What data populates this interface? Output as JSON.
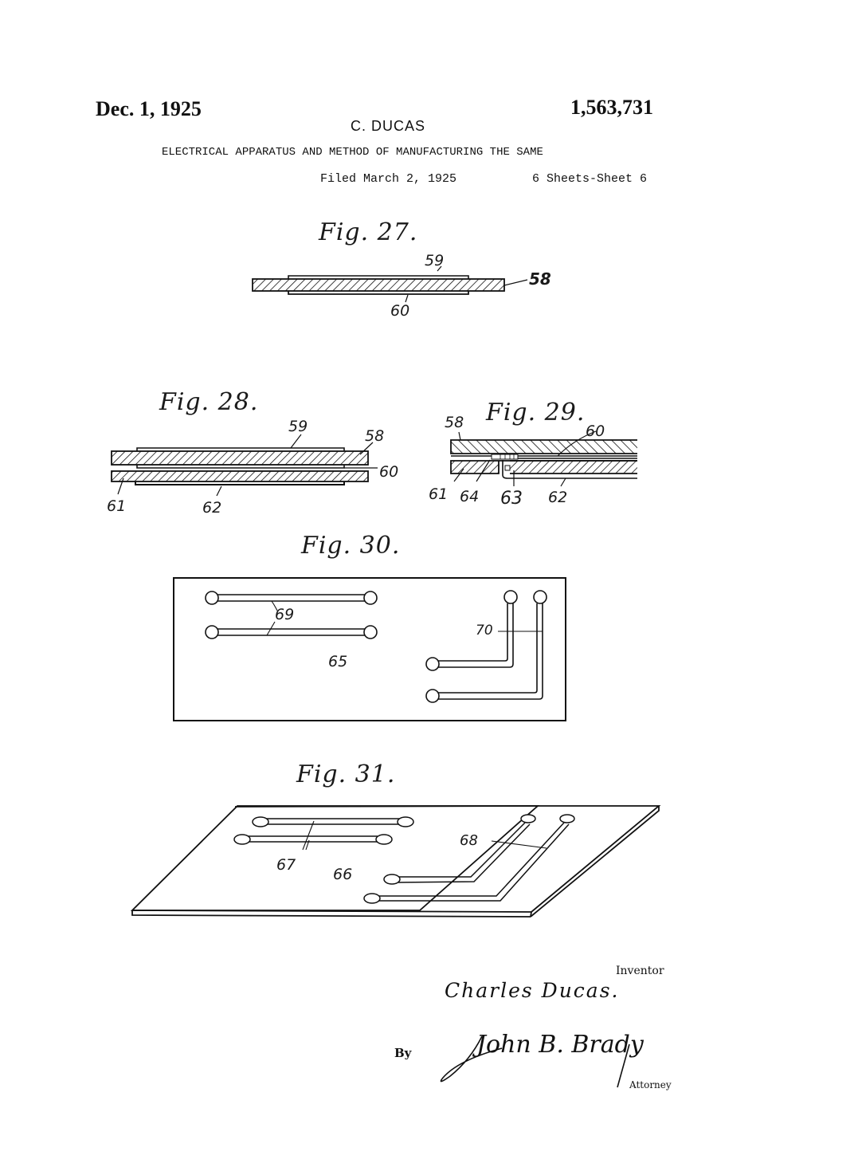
{
  "header": {
    "date": "Dec. 1, 1925",
    "patent_number": "1,563,731",
    "inventor_name": "C. DUCAS",
    "title": "ELECTRICAL APPARATUS AND METHOD OF MANUFACTURING THE SAME",
    "filed": "Filed March 2, 1925",
    "sheets": "6 Sheets-Sheet 6"
  },
  "figures": {
    "fig27": {
      "title": "Fig. 27.",
      "labels": {
        "a": "59",
        "b": "58",
        "c": "60"
      }
    },
    "fig28": {
      "title": "Fig. 28.",
      "labels": {
        "a": "59",
        "b": "58",
        "c": "60",
        "d": "61",
        "e": "62"
      }
    },
    "fig29": {
      "title": "Fig. 29.",
      "labels": {
        "a": "58",
        "b": "60",
        "c": "61",
        "d": "64",
        "e": "63",
        "f": "62"
      }
    },
    "fig30": {
      "title": "Fig. 30.",
      "labels": {
        "a": "69",
        "b": "70",
        "c": "65"
      }
    },
    "fig31": {
      "title": "Fig. 31.",
      "labels": {
        "a": "68",
        "b": "67",
        "c": "66"
      }
    }
  },
  "signature": {
    "inventor_caption": "Inventor",
    "inventor_signature": "Charles Ducas.",
    "by": "By",
    "attorney_signature": "John B. Brady",
    "attorney_caption": "Attorney"
  },
  "colors": {
    "ink": "#111111",
    "paper": "#ffffff"
  }
}
